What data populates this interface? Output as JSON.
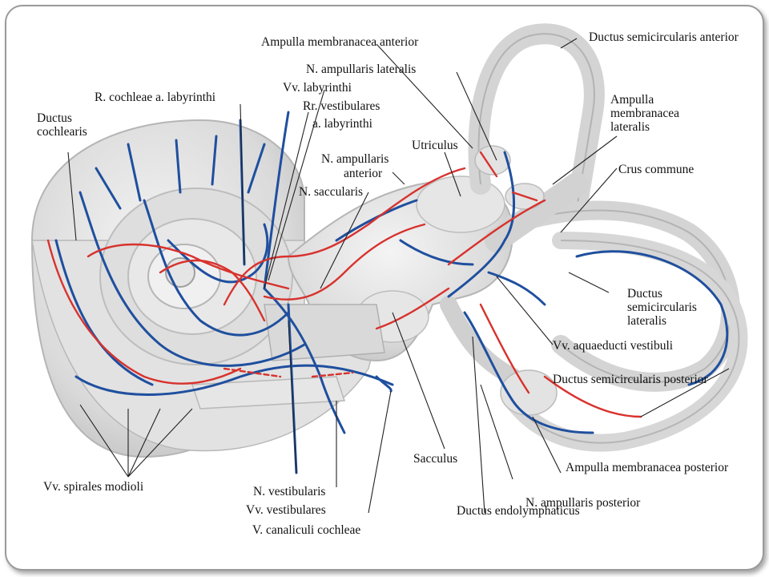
{
  "labels": {
    "ampulla_membranacea_anterior": "Ampulla membranacea anterior",
    "ductus_semicircularis_anterior": "Ductus semicircularis anterior",
    "n_ampullaris_lateralis": "N. ampullaris lateralis",
    "vv_labyrinthi": "Vv. labyrinthi",
    "r_cochleae": "R. cochleae a. labyrinthi",
    "ductus_cochlearis": "Ductus cochlearis",
    "rr_vestibulares_1": "Rr. vestibulares",
    "rr_vestibulares_2": "a. labyrinthi",
    "ampulla_membranacea_lateralis": "Ampulla membranacea lateralis",
    "utriculus": "Utriculus",
    "n_ampullaris_anterior_1": "N. ampullaris",
    "n_ampullaris_anterior_2": "anterior",
    "crus_commune": "Crus commune",
    "n_saccularis": "N. saccularis",
    "ductus_semicircularis_lateralis": "Ductus semicircularis lateralis",
    "vv_aquaeducti_vestibuli": "Vv. aquaeducti vestibuli",
    "ductus_semicircularis_posterior": "Ductus semicircularis posterior",
    "sacculus": "Sacculus",
    "ampulla_membranacea_posterior": "Ampulla membranacea posterior",
    "vv_spirales_modioli": "Vv. spirales modioli",
    "n_vestibularis": "N. vestibularis",
    "vv_vestibulares": "Vv. vestibulares",
    "n_ampullaris_posterior": "N. ampullaris posterior",
    "ductus_endolymphaticus": "Ductus endolymphaticus",
    "v_canaliculi_cochleae": "V. canaliculi cochleae"
  },
  "colors": {
    "artery": "#d8322d",
    "vein": "#1f4f9e",
    "membrane": "#dcdcdc",
    "membrane_edge": "#b5b5b5",
    "frame": "#9a9a9a"
  }
}
